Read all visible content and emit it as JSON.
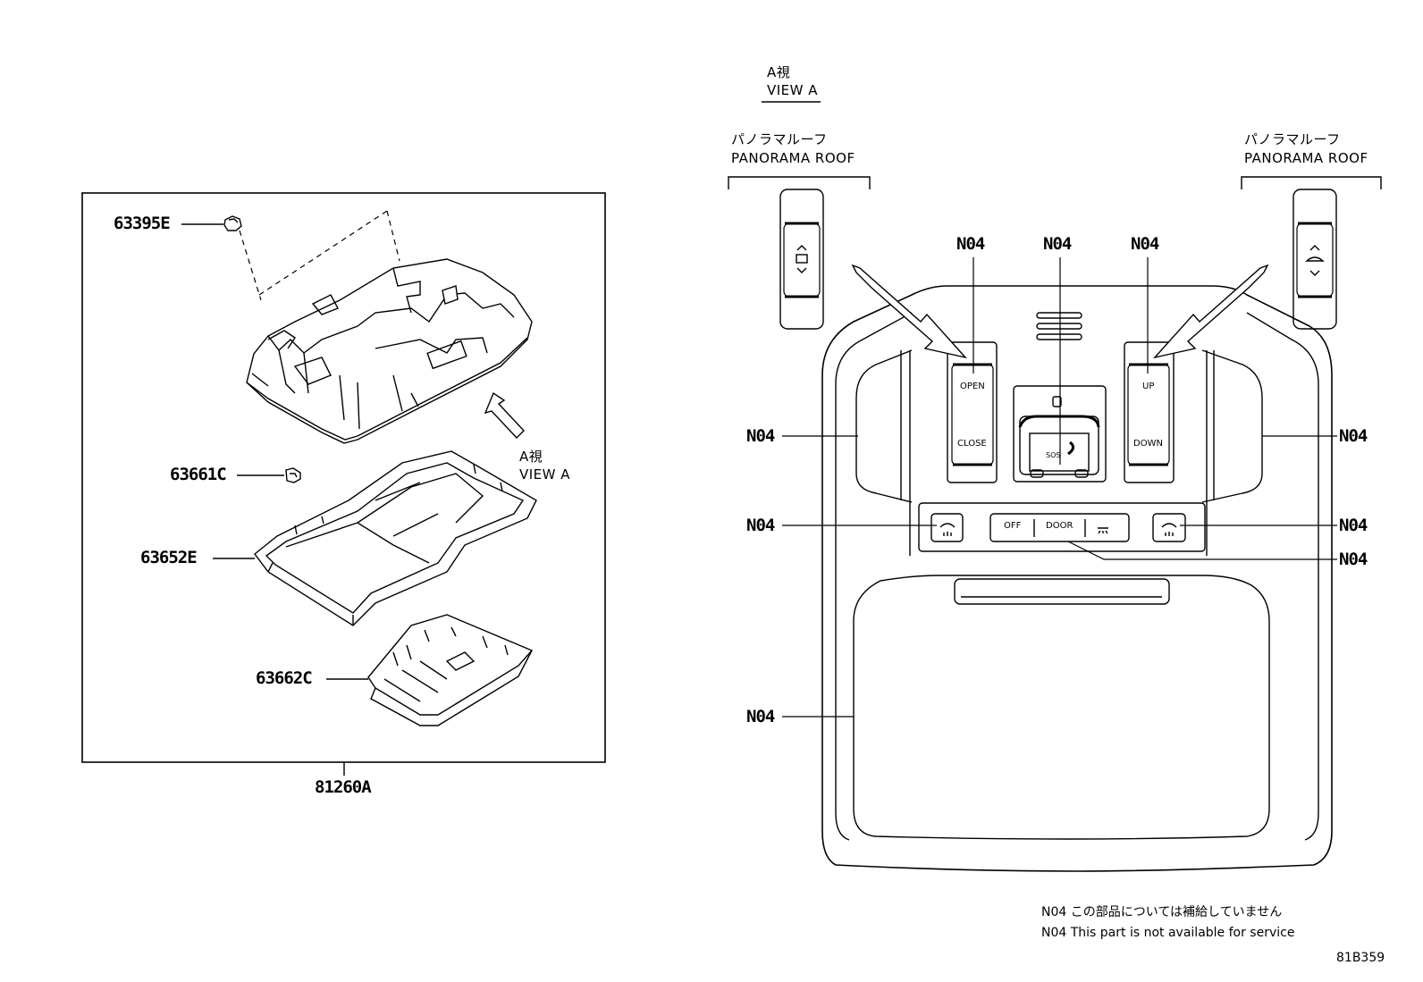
{
  "left_panel": {
    "parts": [
      {
        "id": "part-63395e",
        "label": "63395E"
      },
      {
        "id": "part-63661c",
        "label": "63661C"
      },
      {
        "id": "part-63652e",
        "label": "63652E"
      },
      {
        "id": "part-63662c",
        "label": "63662C"
      }
    ],
    "assembly_label": "81260A",
    "view_jp": "A視",
    "view_en": "VIEW A"
  },
  "right_panel": {
    "view_jp": "A視",
    "view_en": "VIEW A",
    "panorama_left_jp": "パノラマルーフ",
    "panorama_left_en": "PANORAMA ROOF",
    "panorama_right_jp": "パノラマルーフ",
    "panorama_right_en": "PANORAMA ROOF",
    "callout": "N04",
    "switch_labels": {
      "open": "OPEN",
      "close": "CLOSE",
      "up": "UP",
      "down": "DOWN",
      "sos": "SOS",
      "off": "OFF",
      "door": "DOOR"
    }
  },
  "footnote": {
    "jp": "N04 この部品については補給していません",
    "en": "N04 This part is not available for service"
  },
  "drawing_code": "81B359"
}
